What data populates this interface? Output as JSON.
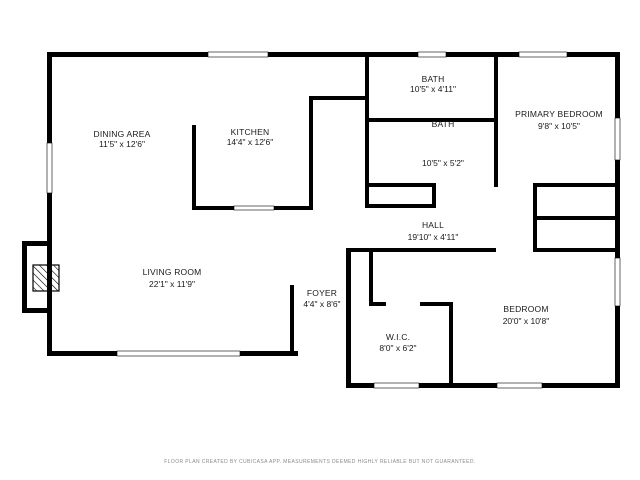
{
  "rooms": {
    "dining_area": {
      "name": "DINING AREA",
      "dims": "11'5\" x 12'6\""
    },
    "kitchen": {
      "name": "KITCHEN",
      "dims": "14'4\" x 12'6\""
    },
    "bath_1": {
      "name": "BATH",
      "dims": "10'5\" x 4'11\""
    },
    "bath_2": {
      "name": "BATH",
      "dims": "10'5\" x 5'2\""
    },
    "primary_bedroom": {
      "name": "PRIMARY BEDROOM",
      "dims": "9'8\" x 10'5\""
    },
    "hall": {
      "name": "HALL",
      "dims": "19'10\" x 4'11\""
    },
    "living_room": {
      "name": "LIVING ROOM",
      "dims": "22'1\" x 11'9\""
    },
    "foyer": {
      "name": "FOYER",
      "dims": "4'4\" x 8'6\""
    },
    "wic": {
      "name": "W.I.C.",
      "dims": "8'0\" x 6'2\""
    },
    "bedroom": {
      "name": "BEDROOM",
      "dims": "20'0\" x 10'8\""
    }
  },
  "footer_text": "FLOOR PLAN CREATED BY CUBICASA APP. MEASUREMENTS DEEMED HIGHLY RELIABLE BUT NOT GUARANTEED.",
  "colors": {
    "wall": "#000000",
    "window": "#ffffff",
    "fireplace_hatch": "#000000"
  }
}
